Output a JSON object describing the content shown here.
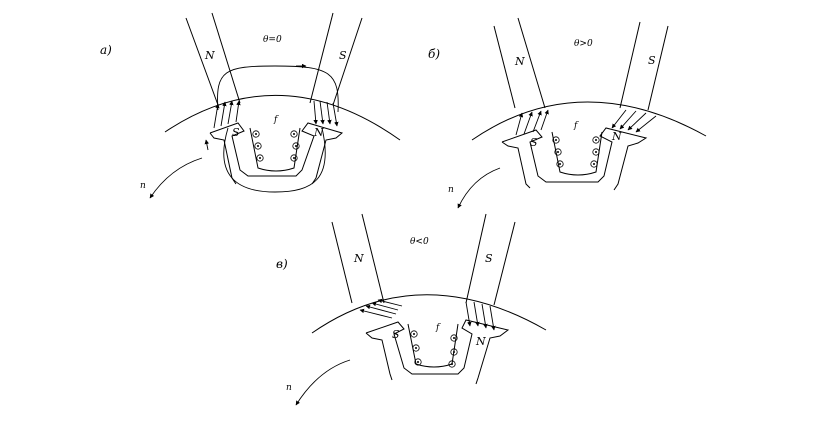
{
  "panels": [
    {
      "tag": "a)",
      "angle": "θ=0",
      "pole_left": "N",
      "pole_right": "S",
      "tooth_left": "S",
      "tooth_right": "N",
      "center_mark": "f",
      "rotation": "n"
    },
    {
      "tag": "б)",
      "angle": "θ>0",
      "pole_left": "N",
      "pole_right": "S",
      "tooth_left": "S",
      "tooth_right": "N",
      "center_mark": "f",
      "rotation": "n"
    },
    {
      "tag": "в)",
      "angle": "θ<0",
      "pole_left": "N",
      "pole_right": "S",
      "tooth_left": "S",
      "tooth_right": "N",
      "center_mark": "f",
      "rotation": "n"
    }
  ],
  "colors": {
    "ink": "#000000",
    "background": "#ffffff"
  }
}
